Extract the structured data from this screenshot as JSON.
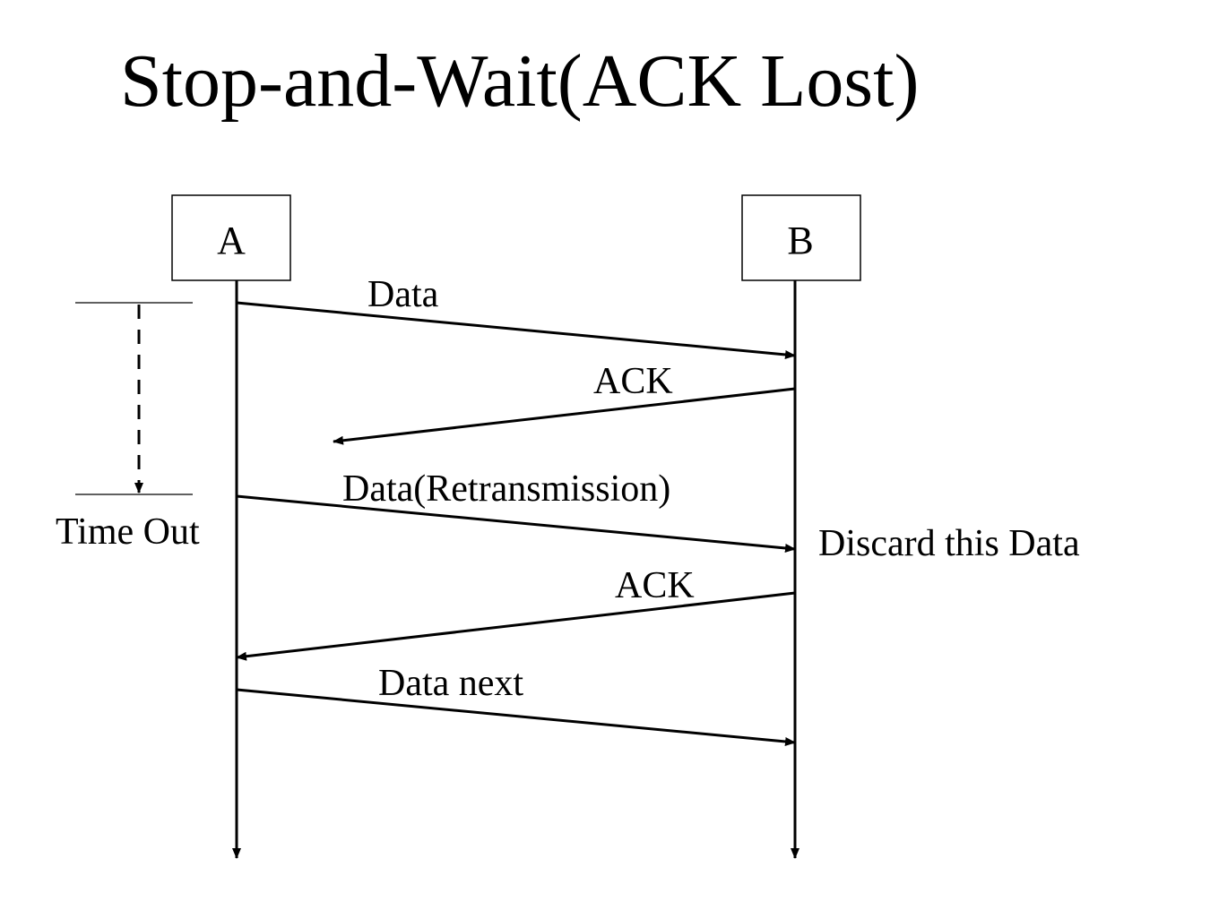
{
  "title": "Stop-and-Wait(ACK Lost)",
  "nodes": {
    "a": "A",
    "b": "B"
  },
  "messages": {
    "data": "Data",
    "ack_lost": "ACK",
    "data_retransmission": "Data(Retransmission)",
    "ack": "ACK",
    "data_next": "Data next"
  },
  "notes": {
    "time_out": "Time Out",
    "discard": "Discard this Data"
  },
  "colors": {
    "stroke": "#000000",
    "background": "#ffffff"
  }
}
